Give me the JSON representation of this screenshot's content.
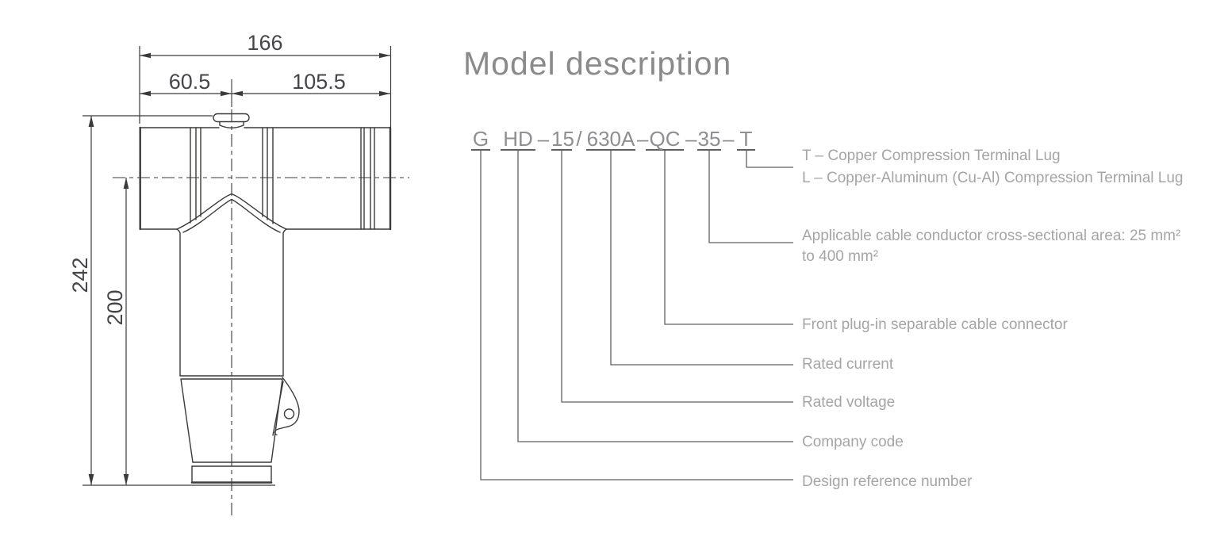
{
  "colors": {
    "drawing_line": "#3c3a38",
    "dimension_text": "#45454a",
    "title_text": "#8a8a8a",
    "code_text": "#8d8f92",
    "leader_line": "#606060",
    "label_text": "#a5a5a5",
    "background": "#ffffff"
  },
  "drawing": {
    "dims": {
      "total_width": "166",
      "left_offset": "60.5",
      "right_offset": "105.5",
      "overall_height": "242",
      "body_height": "200"
    }
  },
  "model": {
    "title": "Model description",
    "code_full": "G HD–15/630A–QC–35–T",
    "segments": [
      {
        "text": "G"
      },
      {
        "text": "HD"
      },
      {
        "text": "–"
      },
      {
        "text": "15"
      },
      {
        "text": "/"
      },
      {
        "text": "630A"
      },
      {
        "text": "–"
      },
      {
        "text": "QC"
      },
      {
        "text": "–"
      },
      {
        "text": "35"
      },
      {
        "text": "–"
      },
      {
        "text": "T"
      }
    ],
    "labels": {
      "terminal_t": "T – Copper Compression Terminal Lug",
      "terminal_l": "L – Copper-Aluminum (Cu-Al) Compression Terminal Lug",
      "cross_section_1": "Applicable cable conductor cross-sectional area: 25 mm²",
      "cross_section_2": "to 400 mm²",
      "connector_type": "Front plug-in separable cable connector",
      "rated_current": "Rated current",
      "rated_voltage": "Rated voltage",
      "company_code": "Company code",
      "design_ref": "Design reference number"
    }
  }
}
